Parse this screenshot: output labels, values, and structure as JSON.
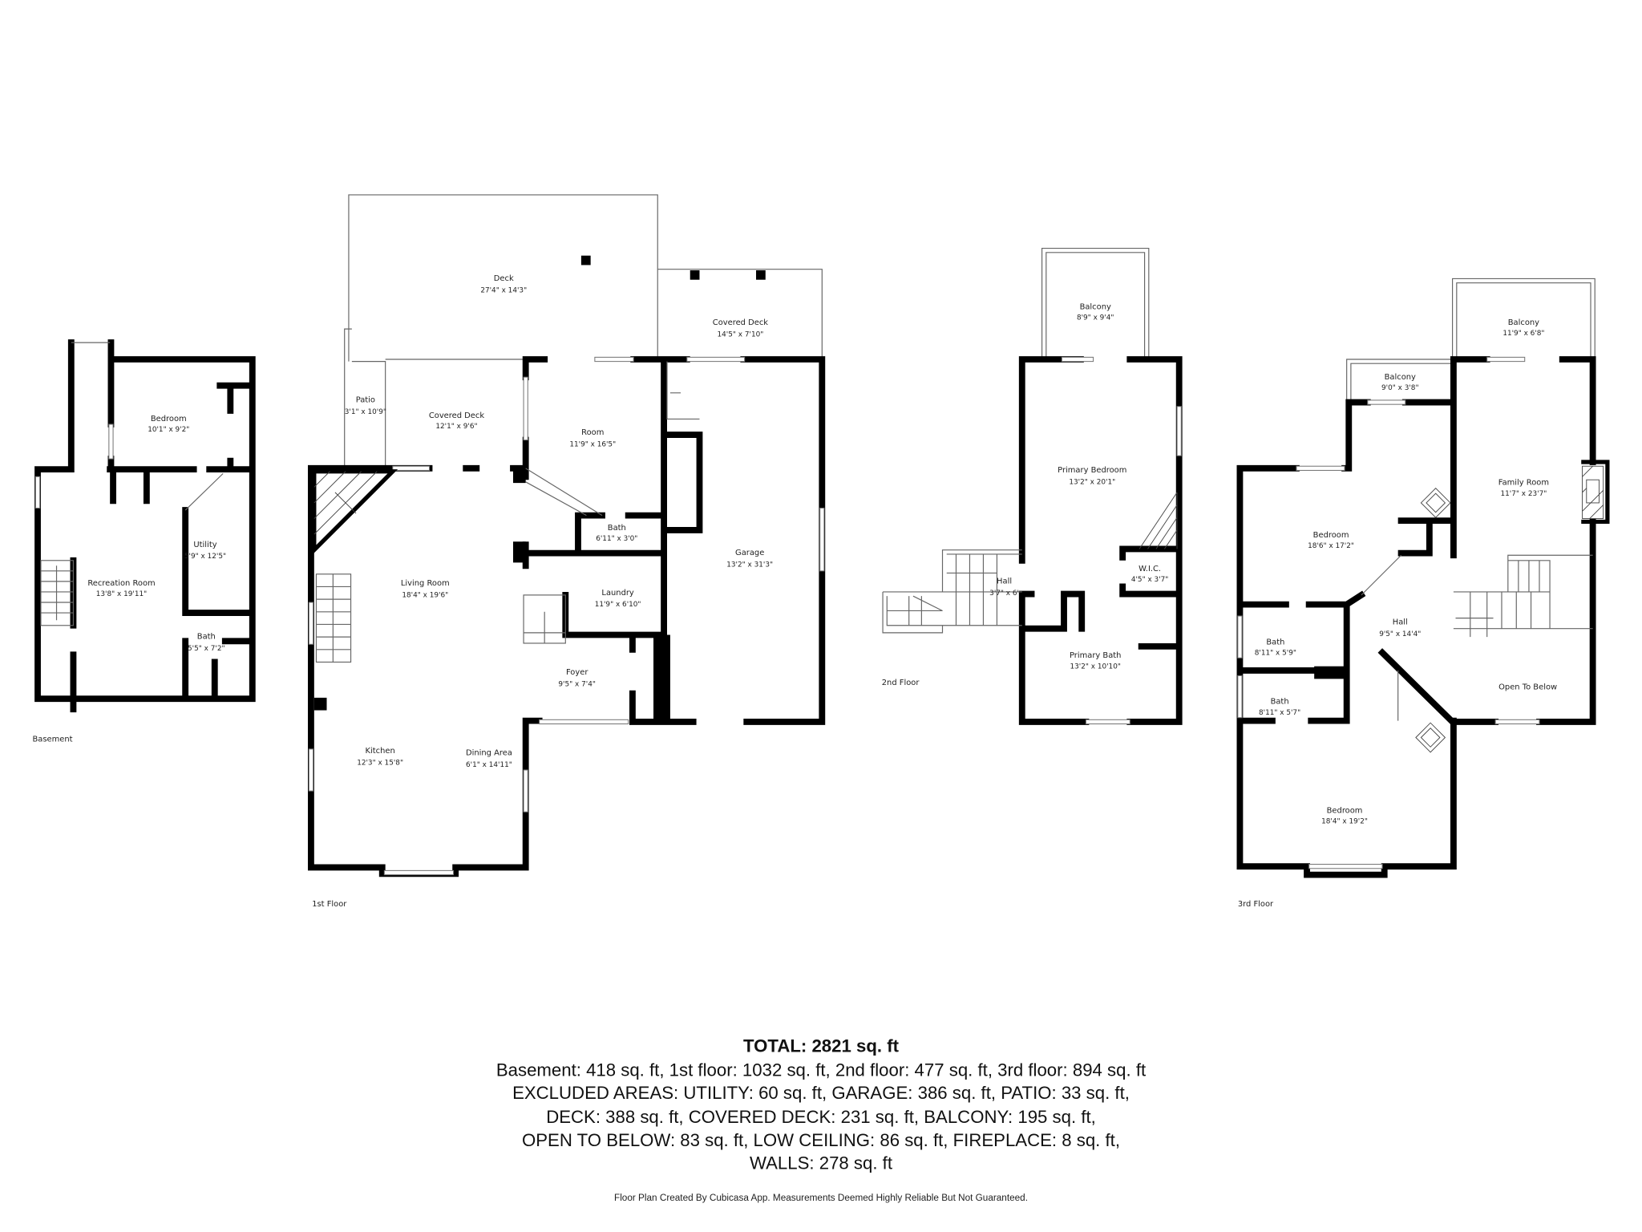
{
  "floors": {
    "basement": {
      "label": "Basement",
      "rooms": [
        {
          "name": "Bedroom",
          "dims": "10'1\" x 9'2\""
        },
        {
          "name": "Utility",
          "dims": "5'9\" x 12'5\""
        },
        {
          "name": "Recreation Room",
          "dims": "13'8\" x 19'11\""
        },
        {
          "name": "Bath",
          "dims": "5'5\" x 7'2\""
        }
      ]
    },
    "first": {
      "label": "1st Floor",
      "rooms": [
        {
          "name": "Deck",
          "dims": "27'4\" x 14'3\""
        },
        {
          "name": "Covered Deck",
          "dims": "14'5\" x 7'10\""
        },
        {
          "name": "Patio",
          "dims": "3'1\" x 10'9\""
        },
        {
          "name": "Covered Deck",
          "dims": "12'1\" x 9'6\""
        },
        {
          "name": "Room",
          "dims": "11'9\" x 16'5\""
        },
        {
          "name": "Bath",
          "dims": "6'11\" x 3'0\""
        },
        {
          "name": "Living Room",
          "dims": "18'4\" x 19'6\""
        },
        {
          "name": "Laundry",
          "dims": "11'9\" x 6'10\""
        },
        {
          "name": "Garage",
          "dims": "13'2\" x 31'3\""
        },
        {
          "name": "Foyer",
          "dims": "9'5\" x 7'4\""
        },
        {
          "name": "Kitchen",
          "dims": "12'3\" x 15'8\""
        },
        {
          "name": "Dining Area",
          "dims": "6'1\" x 14'11\""
        }
      ]
    },
    "second": {
      "label": "2nd Floor",
      "rooms": [
        {
          "name": "Balcony",
          "dims": "8'9\" x 9'4\""
        },
        {
          "name": "Primary Bedroom",
          "dims": "13'2\" x 20'1\""
        },
        {
          "name": "Hall",
          "dims": "3'7\" x 6'"
        },
        {
          "name": "W.I.C.",
          "dims": "4'5\" x 3'7\""
        },
        {
          "name": "Primary Bath",
          "dims": "13'2\" x 10'10\""
        }
      ]
    },
    "third": {
      "label": "3rd Floor",
      "rooms": [
        {
          "name": "Balcony",
          "dims": "11'9\" x 6'8\""
        },
        {
          "name": "Balcony",
          "dims": "9'0\" x 3'8\""
        },
        {
          "name": "Family Room",
          "dims": "11'7\" x 23'7\""
        },
        {
          "name": "Bedroom",
          "dims": "18'6\" x 17'2\""
        },
        {
          "name": "Hall",
          "dims": "9'5\" x 14'4\""
        },
        {
          "name": "Bath",
          "dims": "8'11\" x 5'9\""
        },
        {
          "name": "Bath",
          "dims": "8'11\" x 5'7\""
        },
        {
          "name": "Open To Below",
          "dims": ""
        },
        {
          "name": "Bedroom",
          "dims": "18'4\" x 19'2\""
        }
      ]
    }
  },
  "summary": {
    "total": "TOTAL: 2821 sq. ft",
    "lines": [
      "Basement: 418 sq. ft, 1st floor: 1032 sq. ft, 2nd floor: 477 sq. ft, 3rd floor: 894 sq. ft",
      "EXCLUDED AREAS: UTILITY: 60 sq. ft, GARAGE: 386 sq. ft, PATIO: 33 sq. ft,",
      "DECK: 388 sq. ft, COVERED DECK: 231 sq. ft, BALCONY: 195 sq. ft,",
      "OPEN TO BELOW: 83 sq. ft, LOW CEILING: 86 sq. ft, FIREPLACE: 8 sq. ft,",
      "WALLS: 278 sq. ft"
    ],
    "disclaimer": "Floor Plan Created By Cubicasa App. Measurements Deemed Highly Reliable But Not Guaranteed."
  }
}
